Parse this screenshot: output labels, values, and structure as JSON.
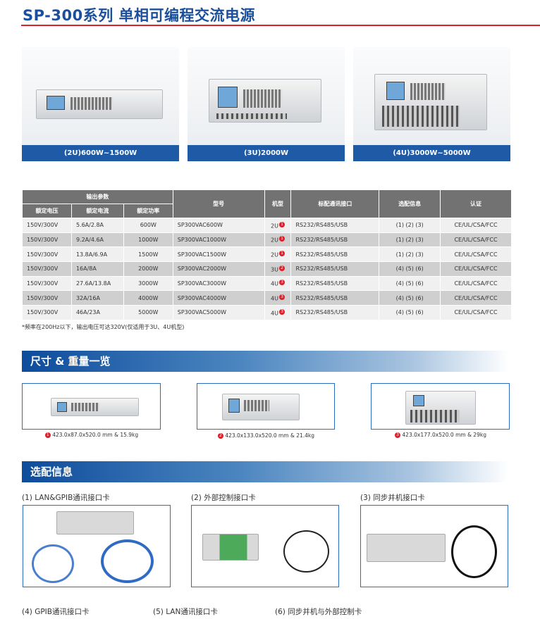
{
  "title": "SP-300系列 单相可编程交流电源",
  "products": [
    {
      "caption": "(2U)600W~1500W"
    },
    {
      "caption": "(3U)2000W"
    },
    {
      "caption": "(4U)3000W~5000W"
    }
  ],
  "table": {
    "group_header": "输出参数",
    "headers": [
      "额定电压",
      "额定电流",
      "额定功率",
      "型号",
      "机型",
      "标配通讯接口",
      "选配信息",
      "认证"
    ],
    "rows": [
      [
        "150V/300V",
        "5.6A/2.8A",
        "600W",
        "SP300VAC600W",
        "2U",
        "1",
        "RS232/RS485/USB",
        "(1) (2) (3)",
        "CE/UL/CSA/FCC"
      ],
      [
        "150V/300V",
        "9.2A/4.6A",
        "1000W",
        "SP300VAC1000W",
        "2U",
        "1",
        "RS232/RS485/USB",
        "(1) (2) (3)",
        "CE/UL/CSA/FCC"
      ],
      [
        "150V/300V",
        "13.8A/6.9A",
        "1500W",
        "SP300VAC1500W",
        "2U",
        "1",
        "RS232/RS485/USB",
        "(1) (2) (3)",
        "CE/UL/CSA/FCC"
      ],
      [
        "150V/300V",
        "16A/8A",
        "2000W",
        "SP300VAC2000W",
        "3U",
        "2",
        "RS232/RS485/USB",
        "(4) (5) (6)",
        "CE/UL/CSA/FCC"
      ],
      [
        "150V/300V",
        "27.6A/13.8A",
        "3000W",
        "SP300VAC3000W",
        "4U",
        "3",
        "RS232/RS485/USB",
        "(4) (5) (6)",
        "CE/UL/CSA/FCC"
      ],
      [
        "150V/300V",
        "32A/16A",
        "4000W",
        "SP300VAC4000W",
        "4U",
        "3",
        "RS232/RS485/USB",
        "(4) (5) (6)",
        "CE/UL/CSA/FCC"
      ],
      [
        "150V/300V",
        "46A/23A",
        "5000W",
        "SP300VAC5000W",
        "4U",
        "3",
        "RS232/RS485/USB",
        "(4) (5) (6)",
        "CE/UL/CSA/FCC"
      ]
    ],
    "footnote": "*频率在200Hz以下，输出电压可达320V(仅适用于3U、4U机型)"
  },
  "dimensions": {
    "title": "尺寸 & 重量一览",
    "items": [
      {
        "num": "1",
        "text": "423.0x87.0x520.0 mm  &  15.9kg"
      },
      {
        "num": "2",
        "text": "423.0x133.0x520.0 mm  &  21.4kg"
      },
      {
        "num": "3",
        "text": "423.0x177.0x520.0 mm  &  29kg"
      }
    ]
  },
  "options": {
    "title": "选配信息",
    "items": [
      "(1) LAN&GPIB通讯接口卡",
      "(2) 外部控制接口卡",
      "(3) 同步并机接口卡"
    ],
    "more": [
      "(4) GPIB通讯接口卡",
      "(5) LAN通讯接口卡",
      "(6) 同步并机与外部控制卡"
    ]
  },
  "colors": {
    "brand_blue": "#1b4f9c",
    "accent_red": "#e01e2a",
    "caption_blue": "#1f5aa6"
  }
}
